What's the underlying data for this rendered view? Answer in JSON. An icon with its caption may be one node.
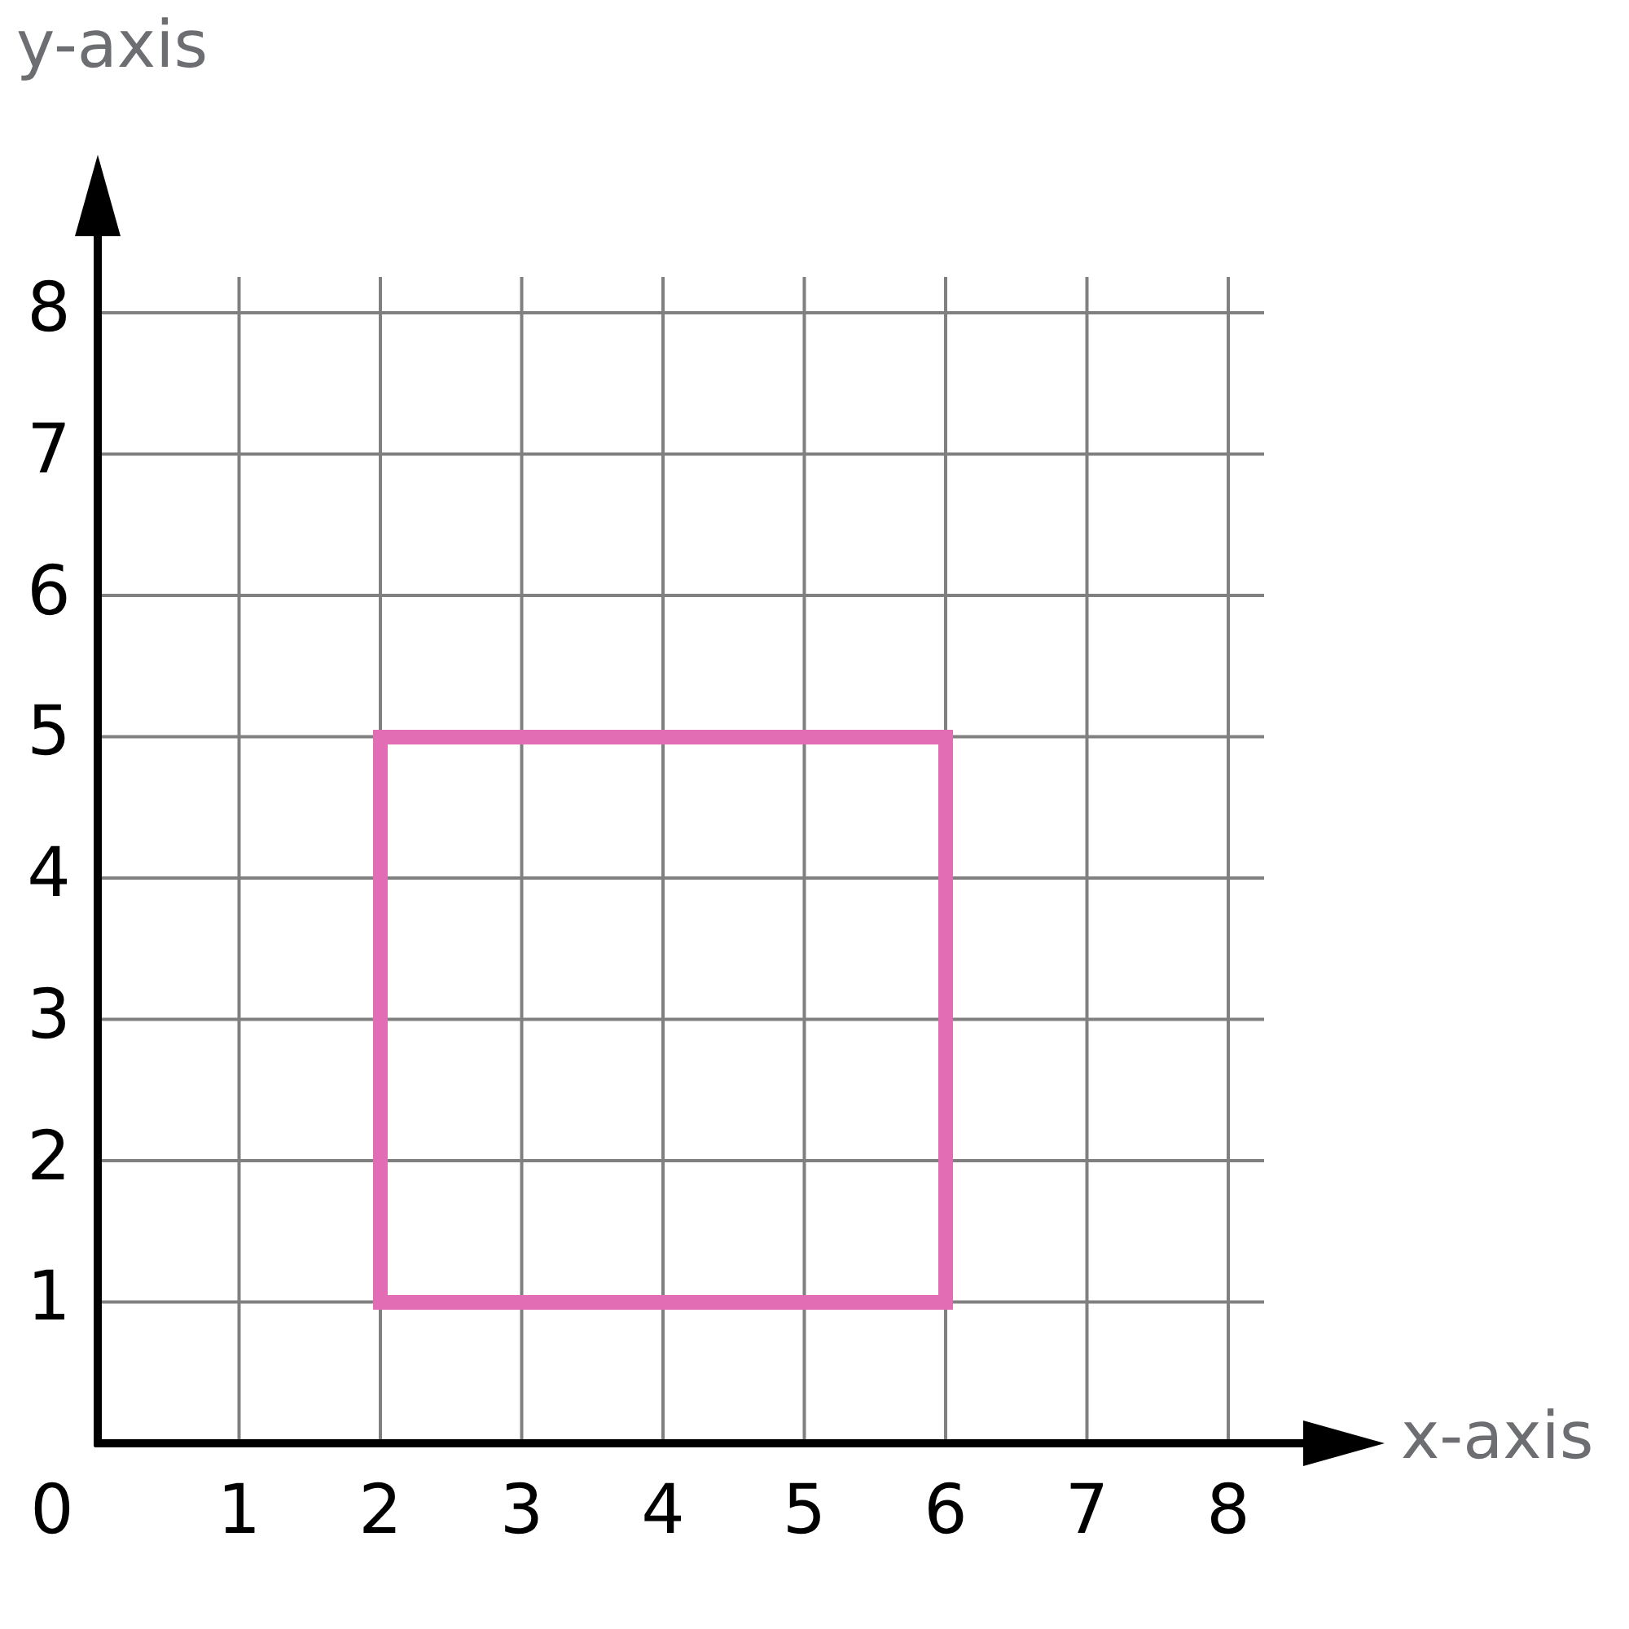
{
  "diagram": {
    "nodes": [
      {
        "text": [],
        "shape": "box"
      }
    ],
    "labels": [
      "y-axis",
      "8",
      "7",
      "6",
      "5",
      "4",
      "3",
      "2",
      "1",
      "x-axis",
      "0",
      "1",
      "2",
      "3",
      "4",
      "5",
      "6",
      "7",
      "8"
    ]
  }
}
